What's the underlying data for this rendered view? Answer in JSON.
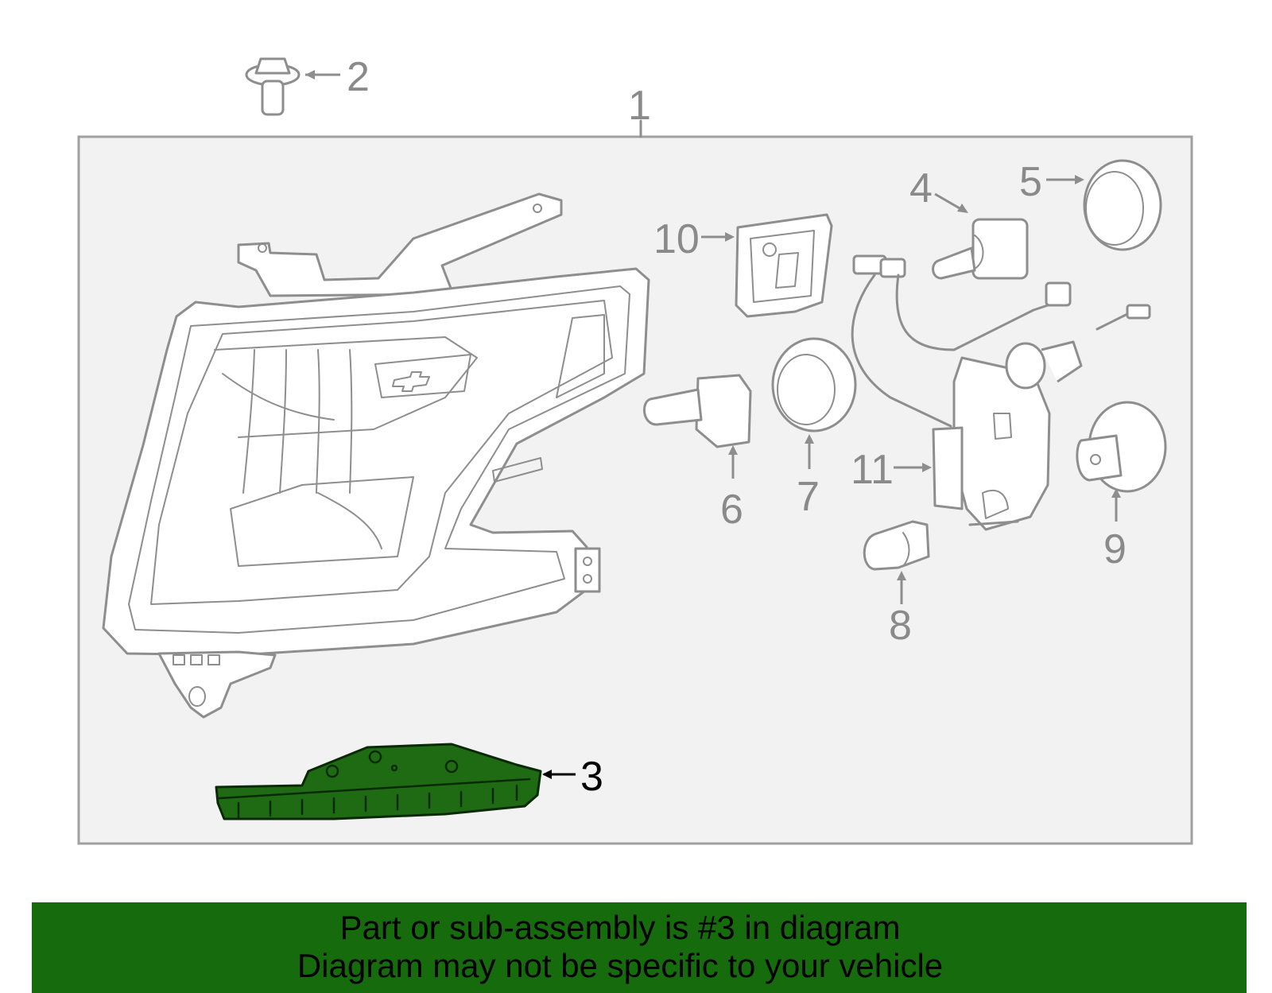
{
  "callouts": {
    "c1": "1",
    "c2": "2",
    "c3": "3",
    "c4": "4",
    "c5": "5",
    "c6": "6",
    "c7": "7",
    "c8": "8",
    "c9": "9",
    "c10": "10",
    "c11": "11"
  },
  "highlight": {
    "part_callout": "3",
    "color": "#1f6b14"
  },
  "colors": {
    "line": "#8e8e8e",
    "banner": "#166b0c",
    "box_fill": "#f2f2f2"
  },
  "banner": {
    "line1": "Part or sub-assembly is #3 in diagram",
    "line2": "Diagram may not be specific to your vehicle"
  }
}
